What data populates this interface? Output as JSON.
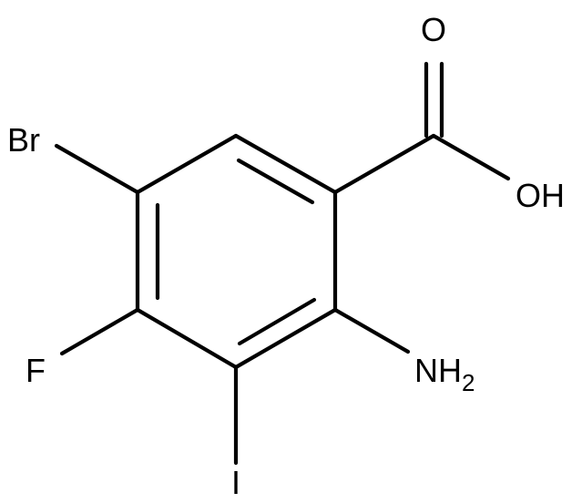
{
  "molecule": {
    "atoms": {
      "oxygen_carbonyl": "O",
      "hydroxyl": "OH",
      "bromine": "Br",
      "fluorine": "F",
      "amino": "NH",
      "amino_subscript": "2",
      "iodine": "I"
    },
    "colors": {
      "bond": "#000000",
      "label": "#000000",
      "background": "#ffffff"
    }
  }
}
